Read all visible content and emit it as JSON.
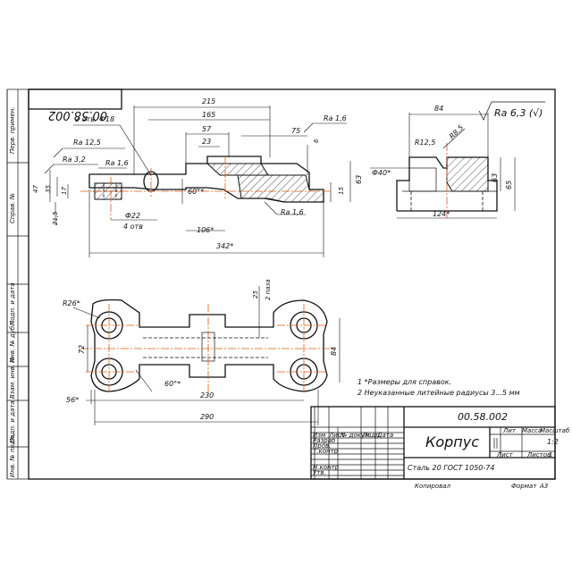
{
  "title_block": {
    "designation": "00.58.002",
    "designation_mirrored": "00.58.002",
    "part_name": "Корпус",
    "material": "Сталь 20 ГОСТ 1050-74",
    "scale_value": "1:2",
    "col_lit": "Лит",
    "col_mass": "Масса",
    "col_scale": "Масштаб",
    "sheet_label": "Лист",
    "sheets_label": "Листов",
    "sheets_value": "1",
    "row_izm": "Изм",
    "row_list": "Лист",
    "row_ndokum": "№ докум.",
    "row_podp": "Подп.",
    "row_data": "Дата",
    "razrab": "Разраб",
    "prov": "Пров.",
    "tkontr": "Т.контр",
    "nkontr": "Н.контр",
    "utv": "Утв.",
    "kopiroval": "Копировал",
    "format_label": "Формат",
    "format_value": "А3"
  },
  "left_strip": {
    "perv_primen": "Перв. примен.",
    "sprav_no": "Справ. №",
    "podp_data_1": "Подп. и дата",
    "inv_dubl": "Инв. № дубл.",
    "vzam_inv": "Взам. инв. №",
    "podp_data_2": "Подп. и дата",
    "inv_podl": "Инв. № подл."
  },
  "roughness": {
    "symbol_text": "Ra 6,3 (√)"
  },
  "notes": [
    "1  *Размеры для справок.",
    "2  Неуказанные литейные радиусы 3...5 мм"
  ],
  "front_view": {
    "d215": "215",
    "d165": "165",
    "d57": "57",
    "d23": "23",
    "d75": "75",
    "d6": "6",
    "d47": "47",
    "d35": "35",
    "d17": "17",
    "d215s": "21,5",
    "d15": "15",
    "d63": "63",
    "d106": "106*",
    "d342": "342*",
    "phi22": "Ф22",
    "holes4": "4 отв",
    "holes2": "2 отв. Ф18",
    "angle60": "60°*",
    "ra125": "Ra 12,5",
    "ra32": "Ra 3,2",
    "ra16a": "Ra 1,6",
    "ra16b": "Ra 1,6",
    "ra16c": "Ra 1,6"
  },
  "side_view": {
    "d84": "84",
    "r125": "R12,5",
    "r5": "R8,5",
    "phi40": "Ф40*",
    "d63": "63",
    "d65": "65",
    "d124": "124*"
  },
  "plan_view": {
    "r26": "R26*",
    "d72": "72",
    "d84": "84",
    "d56": "56*",
    "d230": "230",
    "d290": "290",
    "angle60": "60°*",
    "d25": "25",
    "holes2": "2 пазa"
  }
}
